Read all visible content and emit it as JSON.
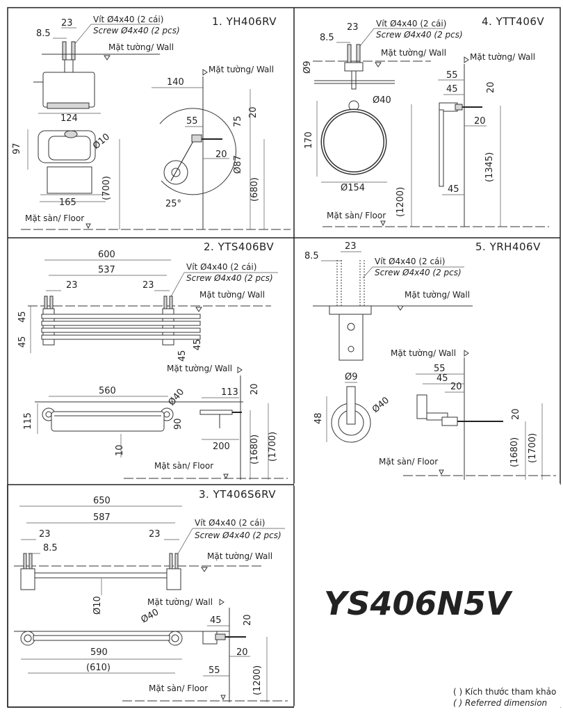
{
  "model": "YS406N5V",
  "legend": {
    "line1": "( ) Kích thước tham khảo",
    "line2": "( ) Referred dimension"
  },
  "labels": {
    "screw_vi": "Vít Ø4x40 (2 cái)",
    "screw_en": "Screw Ø4x40 (2 pcs)",
    "wall": "Mặt tường/ Wall",
    "floor": "Mặt sàn/ Floor"
  },
  "panels": {
    "p1": {
      "title": "1. YH406RV",
      "dims": [
        "23",
        "8.5",
        "124",
        "97",
        "Ø10",
        "165",
        "(700)",
        "140",
        "55",
        "75",
        "20",
        "20",
        "Ø87",
        "(680)",
        "25°"
      ]
    },
    "p2": {
      "title": "2. YTS406BV",
      "dims": [
        "600",
        "537",
        "23",
        "23",
        "45",
        "45",
        "45",
        "45",
        "560",
        "Ø40",
        "115",
        "90",
        "10",
        "113",
        "20",
        "200",
        "(1680)",
        "(1700)"
      ]
    },
    "p3": {
      "title": "3. YT406S6RV",
      "dims": [
        "650",
        "587",
        "23",
        "23",
        "8.5",
        "Ø10",
        "Ø40",
        "590",
        "(610)",
        "45",
        "20",
        "20",
        "55",
        "(1200)"
      ]
    },
    "p4": {
      "title": "4. YTT406V",
      "dims": [
        "23",
        "8.5",
        "Ø9",
        "Ø40",
        "170",
        "Ø154",
        "(1200)",
        "55",
        "45",
        "20",
        "20",
        "(1345)",
        "45"
      ]
    },
    "p5": {
      "title": "5. YRH406V",
      "dims": [
        "23",
        "8.5",
        "Ø9",
        "Ø40",
        "48",
        "55",
        "45",
        "20",
        "20",
        "(1680)",
        "(1700)"
      ]
    }
  }
}
